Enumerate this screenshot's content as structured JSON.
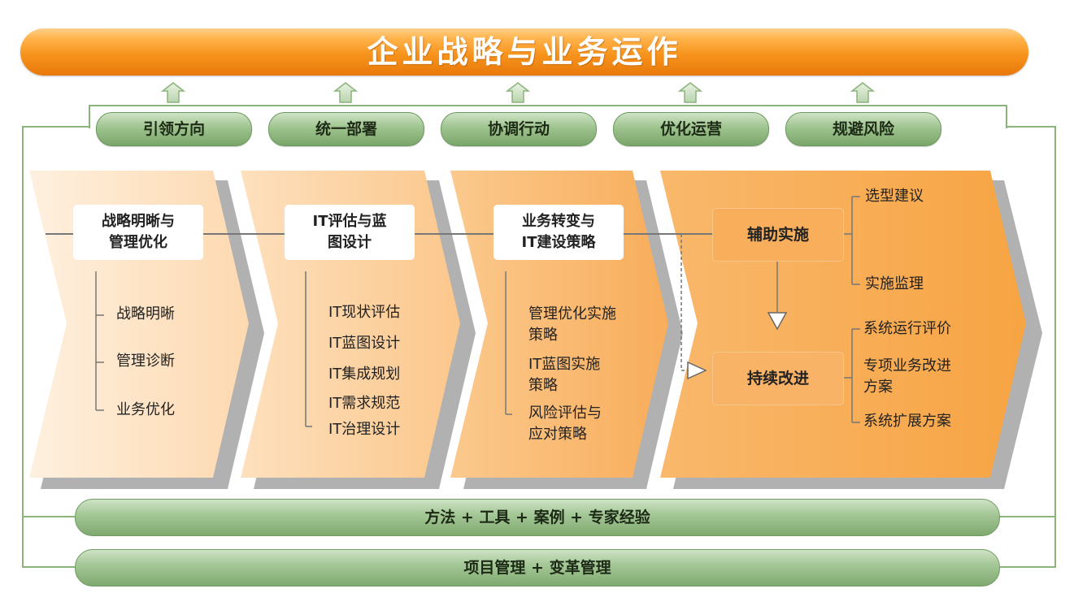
{
  "banner": {
    "title": "企业战略与业务运作"
  },
  "goals": [
    "引领方向",
    "统一部署",
    "协调行动",
    "优化运营",
    "规避风险"
  ],
  "phases": [
    {
      "title": [
        "战略明晰与",
        "管理优化"
      ],
      "items": [
        "战略明晰",
        "管理诊断",
        "业务优化"
      ]
    },
    {
      "title": [
        "IT评估与蓝",
        "图设计"
      ],
      "items": [
        "IT现状评估",
        "IT蓝图设计",
        "IT集成规划",
        "IT需求规范",
        "IT治理设计"
      ]
    },
    {
      "title": [
        "业务转变与",
        "IT建设策略"
      ],
      "items": [
        "管理优化实施",
        "策略",
        "IT蓝图实施",
        "策略",
        "风险评估与",
        "应对策略"
      ]
    },
    {
      "box_impl": "辅助实施",
      "box_improve": "持续改进",
      "impl_items": [
        "选型建议",
        "实施监理"
      ],
      "improve_items": [
        "系统运行评价",
        "专项业务改进",
        "方案",
        "系统扩展方案"
      ]
    }
  ],
  "bars": [
    "方法 + 工具 + 案例 + 专家经验",
    "项目管理 + 变革管理"
  ],
  "colors": {
    "banner": "#f7941d",
    "pill": "#9fc48f",
    "chevron1": "#fde3c5",
    "chevron2": "#fcd0a0",
    "chevron3": "#f9b86d",
    "chevron4": "#f7a849"
  }
}
